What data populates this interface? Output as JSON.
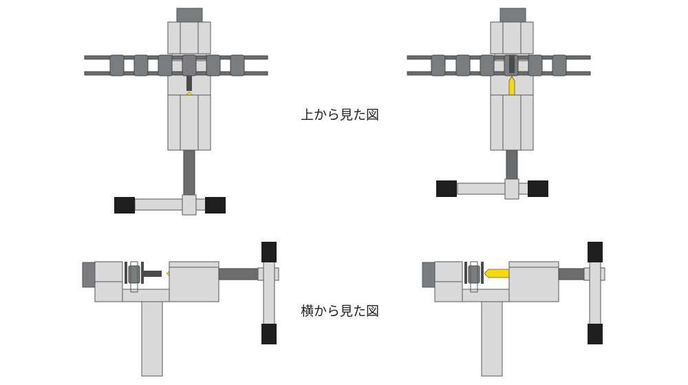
{
  "captions": {
    "top_view": "上から見た図",
    "side_view": "横から見た図"
  },
  "colors": {
    "body_fill": "#dadadb",
    "outline": "#555555",
    "dark_part": "#6b6c6e",
    "pin_dark": "#4a4b4d",
    "handle_knob": "#1e1e1e",
    "chain_roller": "#7b7c7e",
    "pin_highlight": "#f5d90a",
    "background": "#ffffff"
  },
  "figures": {
    "top_before": "chain-tool-top-view-before",
    "top_after": "chain-tool-top-view-after",
    "side_before": "chain-tool-side-view-before",
    "side_after": "chain-tool-side-view-after"
  }
}
